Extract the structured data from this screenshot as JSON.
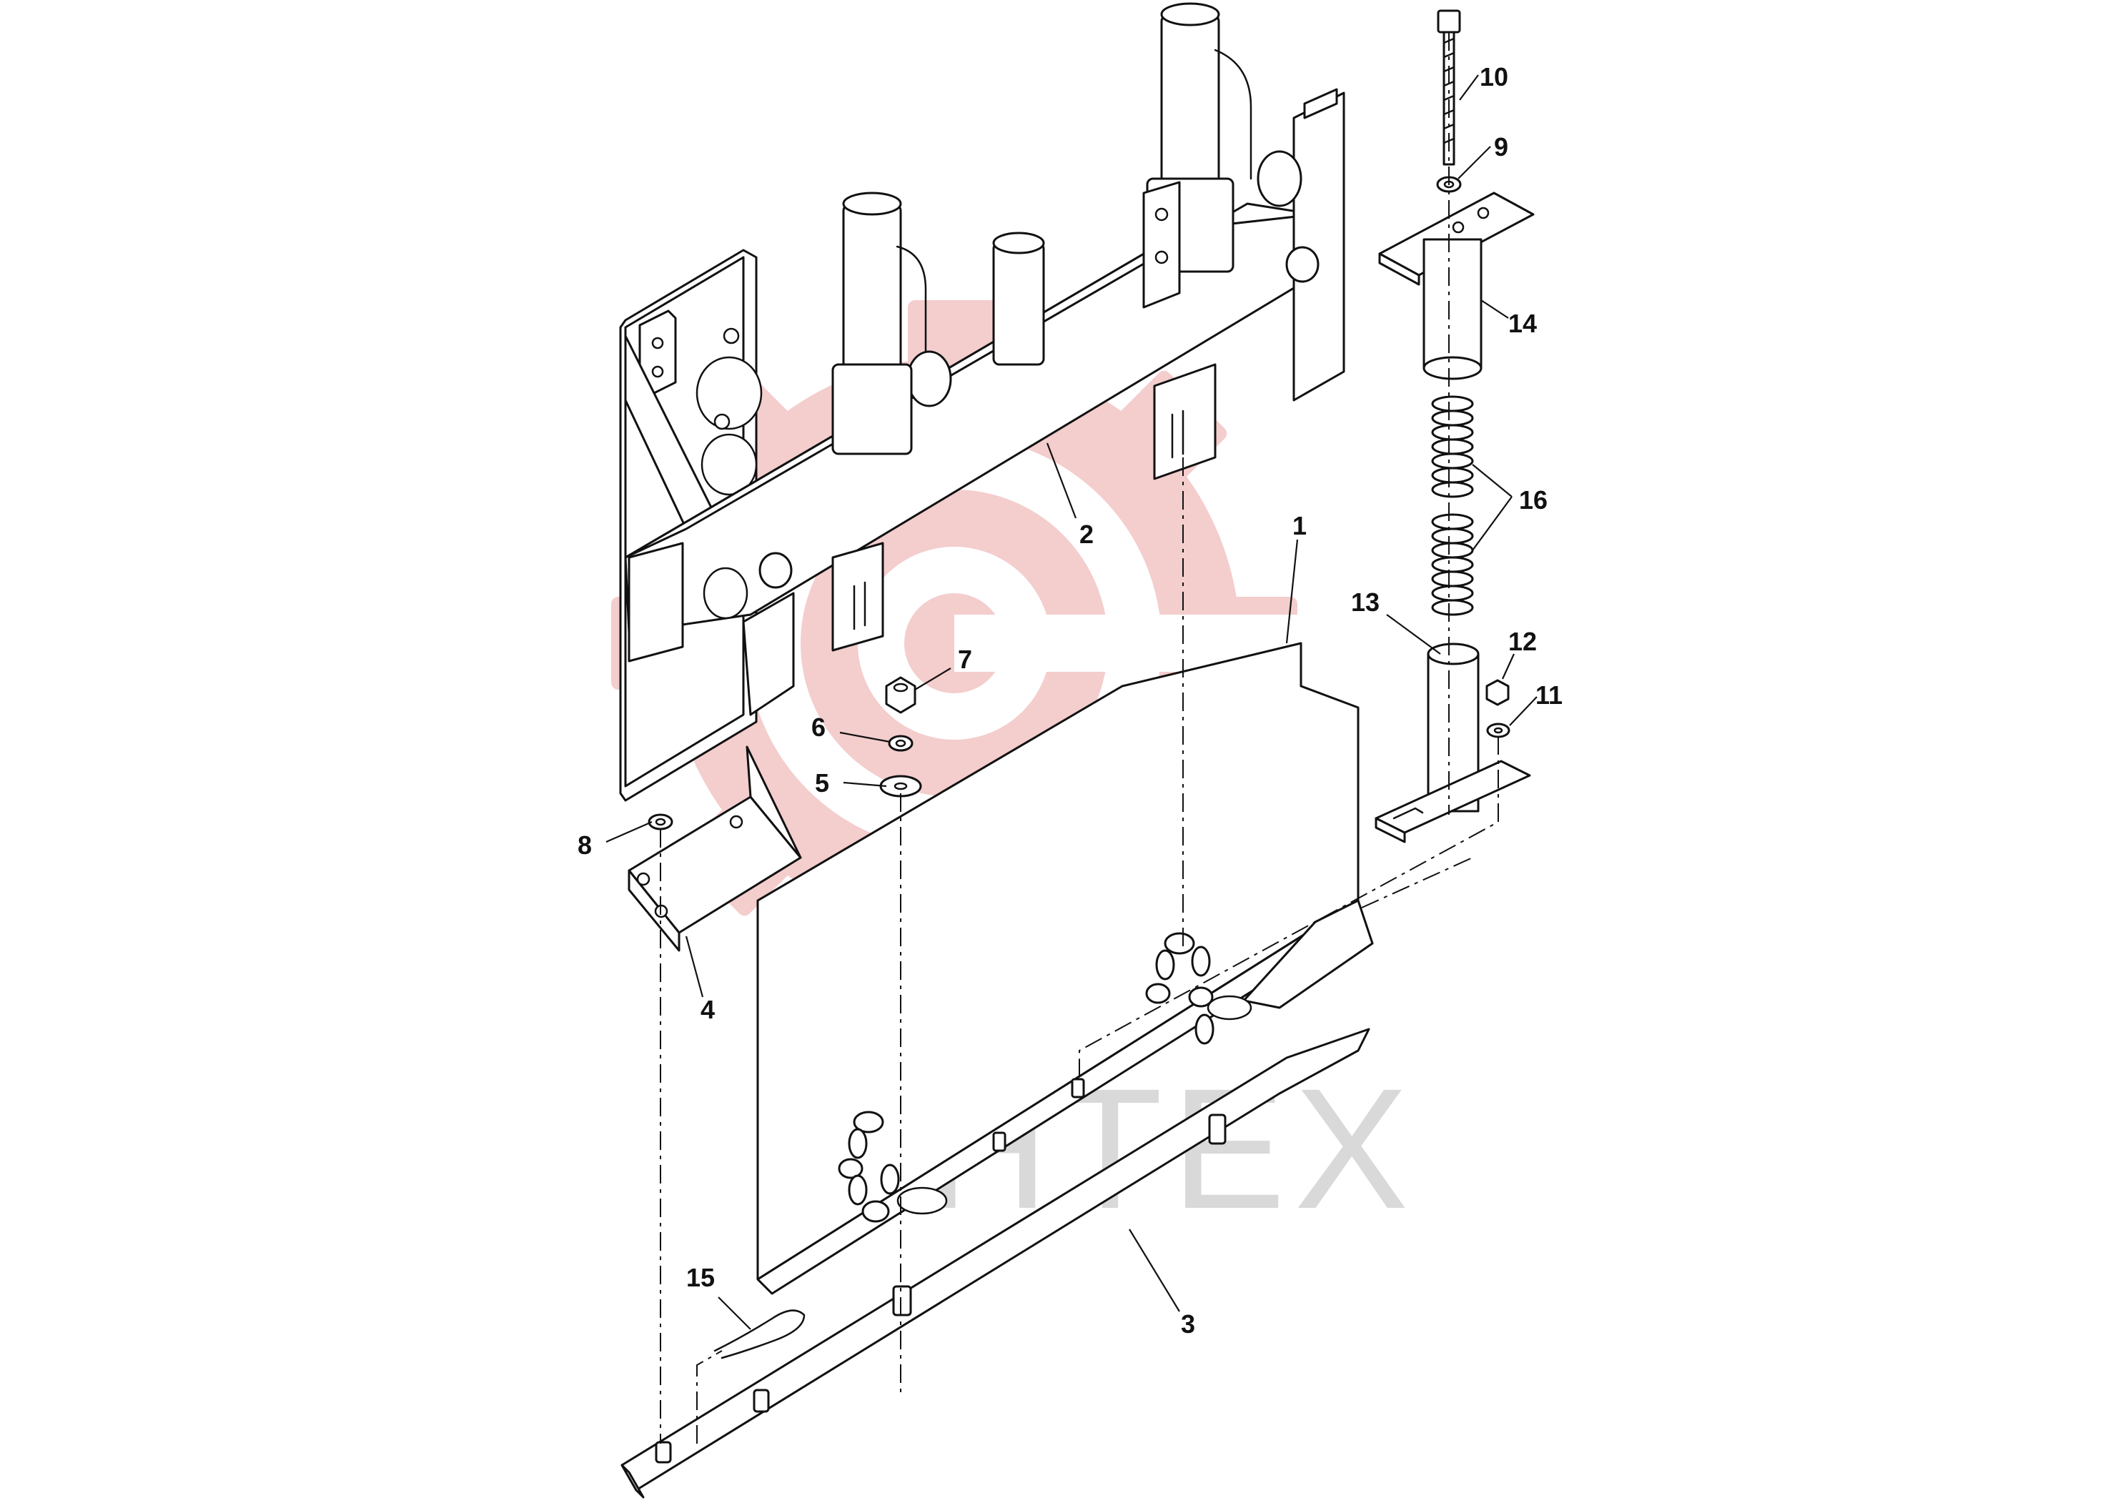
{
  "watermark": {
    "text": "ИНТЕХ",
    "gear_color": "#f3c4c4",
    "text_color": "#d9d9d9"
  },
  "diagram": {
    "line_color": "#111111",
    "background": "#ffffff"
  },
  "callouts": {
    "c1": "1",
    "c2": "2",
    "c3": "3",
    "c4": "4",
    "c5": "5",
    "c6": "6",
    "c7": "7",
    "c8": "8",
    "c9": "9",
    "c10": "10",
    "c11": "11",
    "c12": "12",
    "c13": "13",
    "c14": "14",
    "c15": "15",
    "c16": "16"
  }
}
